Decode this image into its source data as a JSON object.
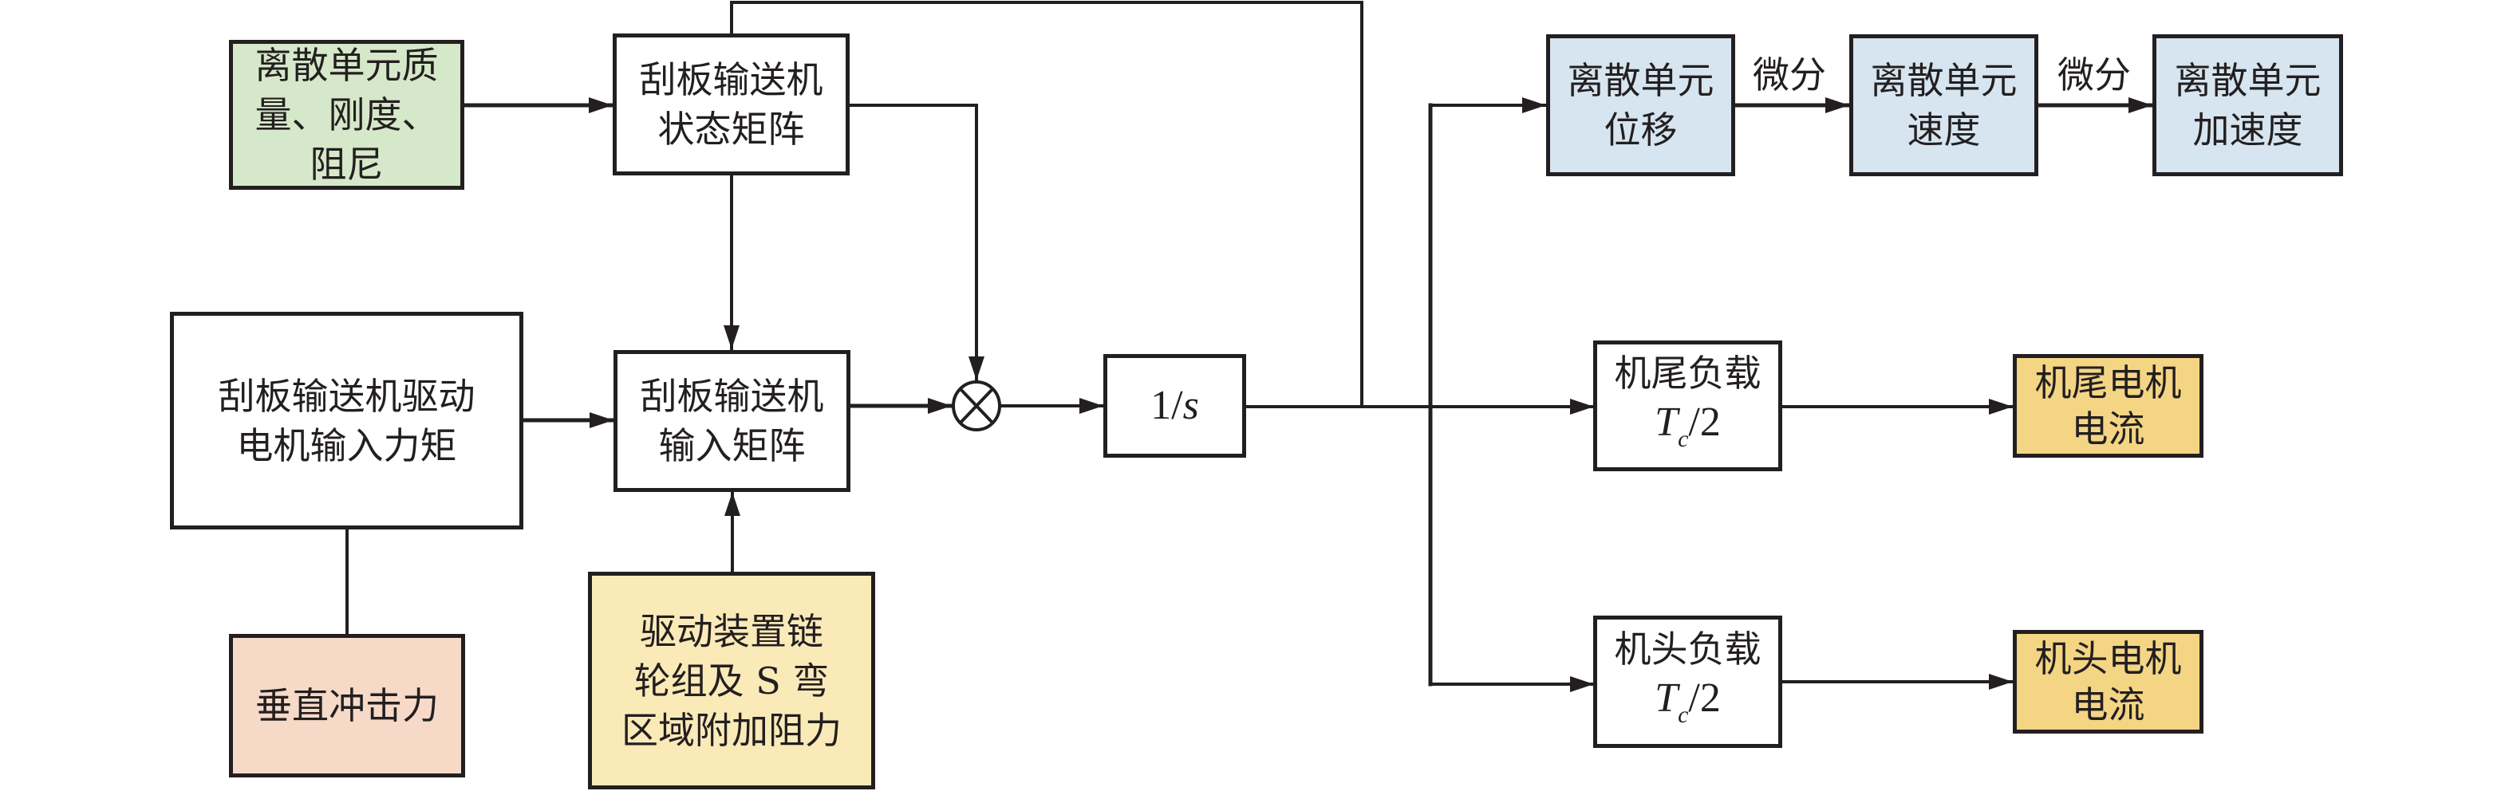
{
  "diagram": {
    "type": "block-diagram",
    "nodes": {
      "mass_stiffness_damping": {
        "lines": [
          "离散单元质",
          "量、刚度、",
          "阻尼"
        ],
        "fill": "#d5e8c9"
      },
      "state_matrix": {
        "lines": [
          "刮板输送机",
          "状态矩阵"
        ],
        "fill": "#ffffff"
      },
      "drive_torque": {
        "lines": [
          "刮板输送机驱动",
          "电机输入力矩"
        ],
        "fill": "#ffffff"
      },
      "input_matrix": {
        "lines": [
          "刮板输送机",
          "输入矩阵"
        ],
        "fill": "#ffffff"
      },
      "vertical_impact": {
        "lines": [
          "垂直冲击力"
        ],
        "fill": "#f6d9c7"
      },
      "sprocket_resistance": {
        "lines": [
          "驱动装置链",
          "轮组及 S 弯",
          "区域附加阻力"
        ],
        "fill": "#faeab8"
      },
      "multiplier": {
        "symbol": "⊗"
      },
      "integrator": {
        "numerator": "1/",
        "variable": "s"
      },
      "displacement": {
        "lines": [
          "离散单元",
          "位移"
        ],
        "fill": "#d6e5ef"
      },
      "velocity": {
        "lines": [
          "离散单元",
          "速度"
        ],
        "fill": "#d6e5ef"
      },
      "acceleration": {
        "lines": [
          "离散单元",
          "加速度"
        ],
        "fill": "#d6e5ef"
      },
      "tail_load": {
        "title": "机尾负载",
        "math_main": "T",
        "math_sub": "c",
        "math_rest": "/2",
        "fill": "#ffffff"
      },
      "head_load": {
        "title": "机头负载",
        "math_main": "T",
        "math_sub": "c",
        "math_rest": "/2",
        "fill": "#ffffff"
      },
      "tail_motor_current": {
        "lines": [
          "机尾电机",
          "电流"
        ],
        "fill": "#f3d584"
      },
      "head_motor_current": {
        "lines": [
          "机头电机",
          "电流"
        ],
        "fill": "#f3d584"
      }
    },
    "edge_labels": {
      "disp_to_vel": "微分",
      "vel_to_acc": "微分"
    },
    "edges": [
      {
        "from": "mass_stiffness_damping",
        "to": "state_matrix",
        "arrow": true
      },
      {
        "from": "state_matrix",
        "to": "input_matrix",
        "arrow": true
      },
      {
        "from": "state_matrix",
        "to": "multiplier",
        "arrow": true
      },
      {
        "from": "drive_torque",
        "to": "input_matrix",
        "arrow": true
      },
      {
        "from": "vertical_impact",
        "to": "drive_torque",
        "arrow": false
      },
      {
        "from": "sprocket_resistance",
        "to": "input_matrix",
        "arrow": true
      },
      {
        "from": "input_matrix",
        "to": "multiplier",
        "arrow": true
      },
      {
        "from": "multiplier",
        "to": "integrator",
        "arrow": true
      },
      {
        "from": "integrator",
        "to": "state_matrix",
        "arrow": false,
        "note": "feedback"
      },
      {
        "from": "integrator",
        "to": "displacement",
        "arrow": true
      },
      {
        "from": "integrator",
        "to": "tail_load",
        "arrow": true
      },
      {
        "from": "integrator",
        "to": "head_load",
        "arrow": true
      },
      {
        "from": "displacement",
        "to": "velocity",
        "arrow": true,
        "label": "微分"
      },
      {
        "from": "velocity",
        "to": "acceleration",
        "arrow": true,
        "label": "微分"
      },
      {
        "from": "tail_load",
        "to": "tail_motor_current",
        "arrow": true
      },
      {
        "from": "head_load",
        "to": "head_motor_current",
        "arrow": true
      }
    ],
    "colors": {
      "line": "#231f20",
      "green": "#d5e8c9",
      "pink": "#f6d9c7",
      "light_yellow": "#faeab8",
      "orange": "#f3d584",
      "blue": "#d6e5ef"
    }
  }
}
